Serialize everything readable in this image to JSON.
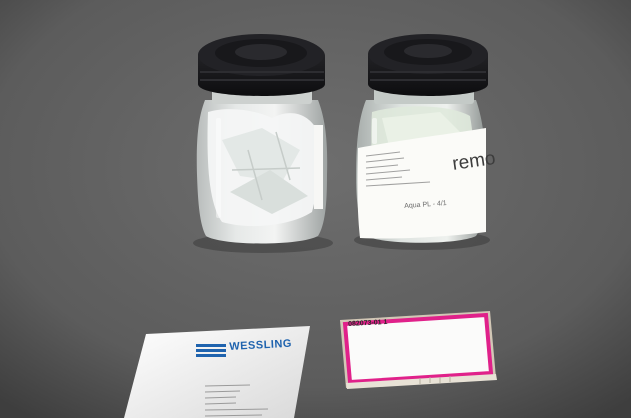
{
  "photo": {
    "jar_right": {
      "brand": "remo",
      "label_small": "Aqua PL - 4/1"
    },
    "card": {
      "brand": "WESSLING"
    },
    "sticker": {
      "code": "082073-01 1"
    }
  },
  "colors": {
    "background": "#5f5f5f",
    "lid": "#141416",
    "wessling_blue": "#1f63ae",
    "sticker_pink": "#e0218a"
  }
}
